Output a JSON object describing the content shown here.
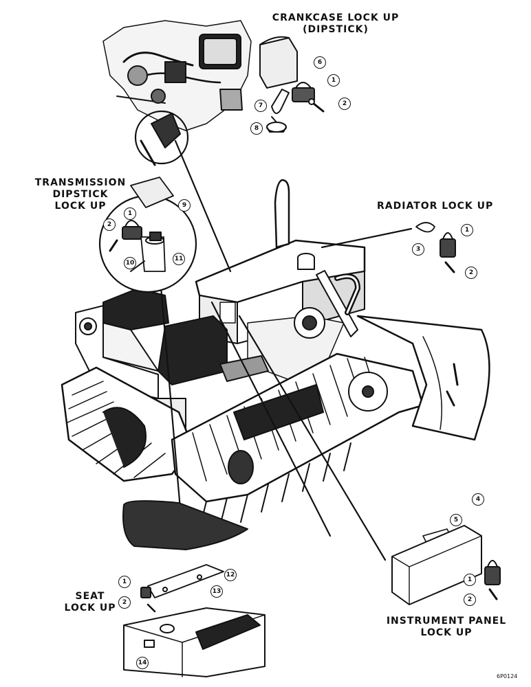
{
  "titles": {
    "crankcase_line1": "CRANKCASE LOCK UP",
    "crankcase_line2": "(DIPSTICK)",
    "transmission_line1": "TRANSMISSION",
    "transmission_line2": "DIPSTICK",
    "transmission_line3": "LOCK UP",
    "radiator": "RADIATOR LOCK UP",
    "seat_line1": "SEAT",
    "seat_line2": "LOCK UP",
    "instrument_line1": "INSTRUMENT PANEL",
    "instrument_line2": "LOCK UP"
  },
  "callouts": {
    "c1": "1",
    "c2": "2",
    "c3": "3",
    "c4": "4",
    "c5": "5",
    "c6": "6",
    "c7": "7",
    "c8": "8",
    "c9": "9",
    "c10": "10",
    "c11": "11",
    "c12": "12",
    "c13": "13",
    "c14": "14"
  },
  "figure_number": "6P0124"
}
